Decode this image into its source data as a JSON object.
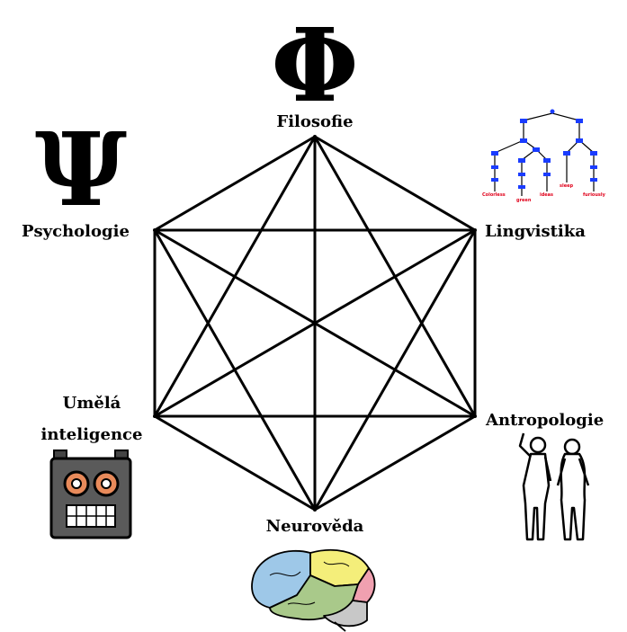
{
  "symbols": {
    "phi": "Φ",
    "psi": "Ψ"
  },
  "labels": {
    "filosofie": "Filosofie",
    "psychologie": "Psychologie",
    "lingvistika": "Lingvistika",
    "umela_line1": "Umělá",
    "umela_line2": "inteligence",
    "antropologie": "Antropologie",
    "neuroveda": "Neurověda"
  },
  "tree": {
    "leaves": [
      "Colorless",
      "green",
      "ideas",
      "sleep",
      "furiously"
    ]
  },
  "colors": {
    "lines": "#000000",
    "tree_node": "#1a3cff",
    "tree_leaf": "#e0001a",
    "robot_body": "#555555",
    "robot_eye": "#e88a5a",
    "brain_frontal": "#9ec8e8",
    "brain_parietal": "#f4ee7a",
    "brain_temporal": "#a9c98a",
    "brain_occipital": "#f0a0b0",
    "brain_cerebellum": "#c8c8c8"
  },
  "icons": [
    "phi-symbol",
    "psi-symbol",
    "syntax-tree-icon",
    "robot-icon",
    "humans-icon",
    "brain-icon"
  ]
}
